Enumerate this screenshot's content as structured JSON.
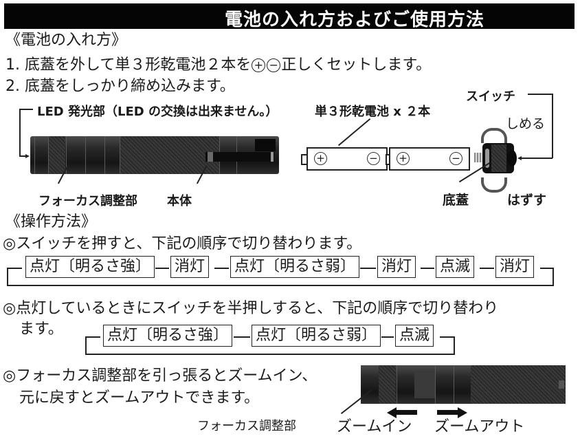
{
  "header": {
    "title": "電池の入れ方およびご使用方法"
  },
  "battery_section": {
    "heading": "《電池の入れ方》",
    "step1_prefix": "1. 底蓋を外して単３形乾電池２本を",
    "plus_symbol": "+",
    "minus_symbol": "−",
    "step1_suffix": "正しくセットします。",
    "step2": "2. 底蓋をしっかり締め込みます。"
  },
  "diagram1": {
    "led_label": "LED 発光部（LED の交換は出来ません。）",
    "focus_label": "フォーカス調整部",
    "body_label": "本体",
    "battery_label": "単３形乾電池 x ２本",
    "switch_label": "スイッチ",
    "tighten_label": "しめる",
    "remove_label": "はずす",
    "cap_label": "底蓋",
    "battery_symbols": [
      "+",
      "−",
      "+",
      "−"
    ]
  },
  "operation_section": {
    "heading": "《操作方法》",
    "instruction1": "◎スイッチを押すと、下記の順序で切り替わります。",
    "flow1": [
      "点灯〔明るさ強〕",
      "消灯",
      "点灯〔明るさ弱〕",
      "消灯",
      "点滅",
      "消灯"
    ],
    "instruction2_line1": "◎点灯しているときにスイッチを半押しすると、下記の順序で切り替わり",
    "instruction2_line2": "ます。",
    "flow2": [
      "点灯〔明るさ強〕",
      "点灯〔明るさ弱〕",
      "点滅"
    ],
    "instruction3_line1": "◎フォーカス調整部を引っ張るとズームイン、",
    "instruction3_line2": "元に戻すとズームアウトできます。"
  },
  "diagram2": {
    "focus_label": "フォーカス調整部",
    "zoom_in_label": "ズームイン",
    "zoom_out_label": "ズームアウト"
  }
}
